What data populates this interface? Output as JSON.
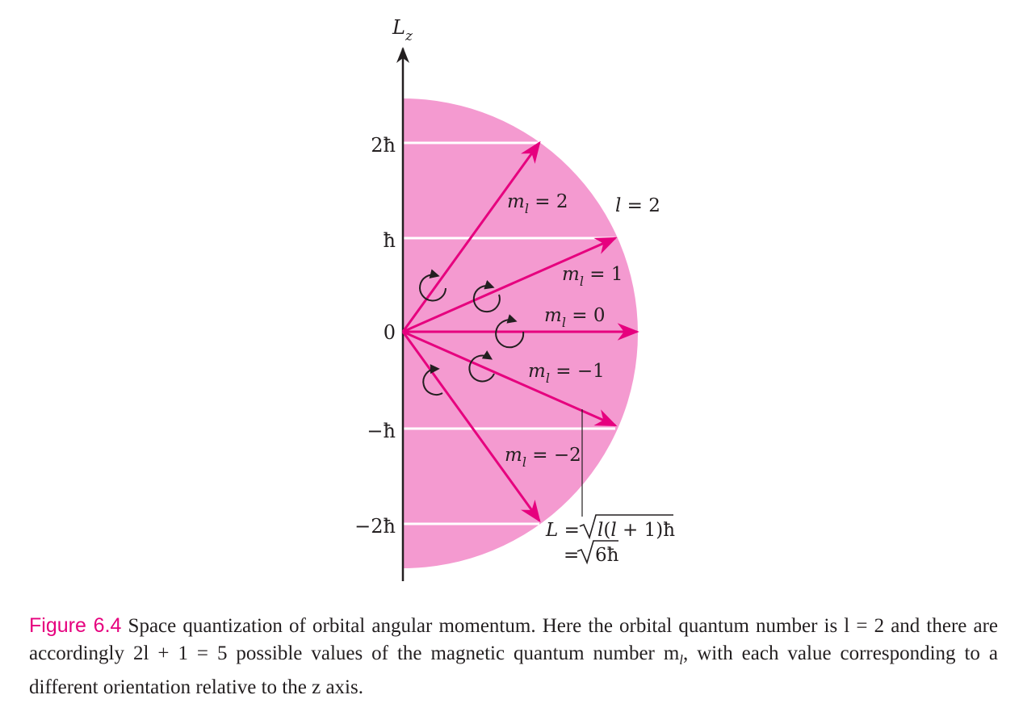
{
  "diagram": {
    "axis_label": "L",
    "axis_label_sub": "z",
    "ticks": [
      {
        "label": "2ħ"
      },
      {
        "label": "ħ"
      },
      {
        "label": "0"
      },
      {
        "label": "−ħ"
      },
      {
        "label": "−2ħ"
      }
    ],
    "l_label": "l = 2",
    "vectors": [
      {
        "ml": "2",
        "label_prefix": "m",
        "label_sub": "l",
        "label_value": " = 2"
      },
      {
        "ml": "1",
        "label_prefix": "m",
        "label_sub": "l",
        "label_value": " = 1"
      },
      {
        "ml": "0",
        "label_prefix": "m",
        "label_sub": "l",
        "label_value": " = 0"
      },
      {
        "ml": "-1",
        "label_prefix": "m",
        "label_sub": "l",
        "label_value": " = −1"
      },
      {
        "ml": "-2",
        "label_prefix": "m",
        "label_sub": "l",
        "label_value": " = −2"
      }
    ],
    "magnitude_line1_prefix": "L = ",
    "magnitude_line1_radicand": "l(l + 1)ħ",
    "magnitude_line2_prefix": "= ",
    "magnitude_line2_radicand": "6ħ",
    "colors": {
      "fill": "#f49ad0",
      "vector": "#e6007e",
      "ink": "#231f20",
      "gridline": "#ffffff"
    }
  },
  "caption": {
    "figure_label": "Figure 6.4",
    "text": " Space quantization of orbital angular momentum. Here the orbital quantum number is l = 2 and there are accordingly 2l + 1 = 5 possible values of the magnetic quantum number m",
    "text_sub": "l",
    "text_end": ", with each value corresponding to a different orientation relative to the z axis."
  }
}
